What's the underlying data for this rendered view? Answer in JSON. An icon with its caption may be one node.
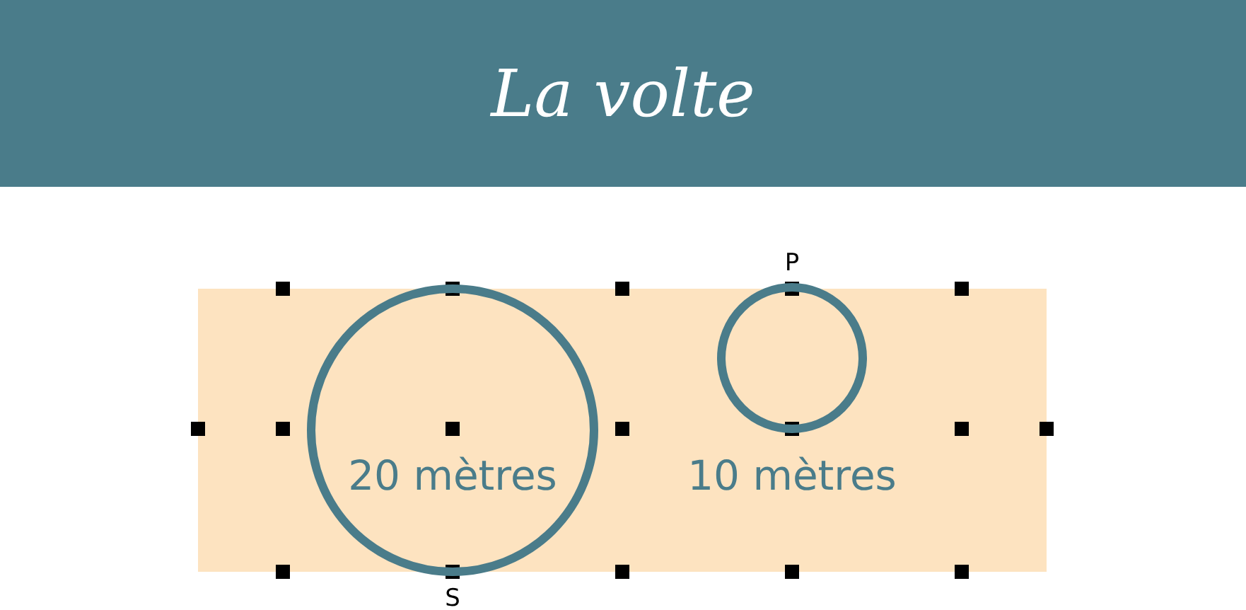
{
  "diagram": {
    "title": "La volte",
    "nodes": [
      {
        "text": [
          "20 mètres"
        ],
        "beside": [
          "S"
        ]
      },
      {
        "text": [],
        "shape": "circle",
        "beside": [
          "P",
          "10 mètres"
        ]
      }
    ],
    "edges": []
  }
}
